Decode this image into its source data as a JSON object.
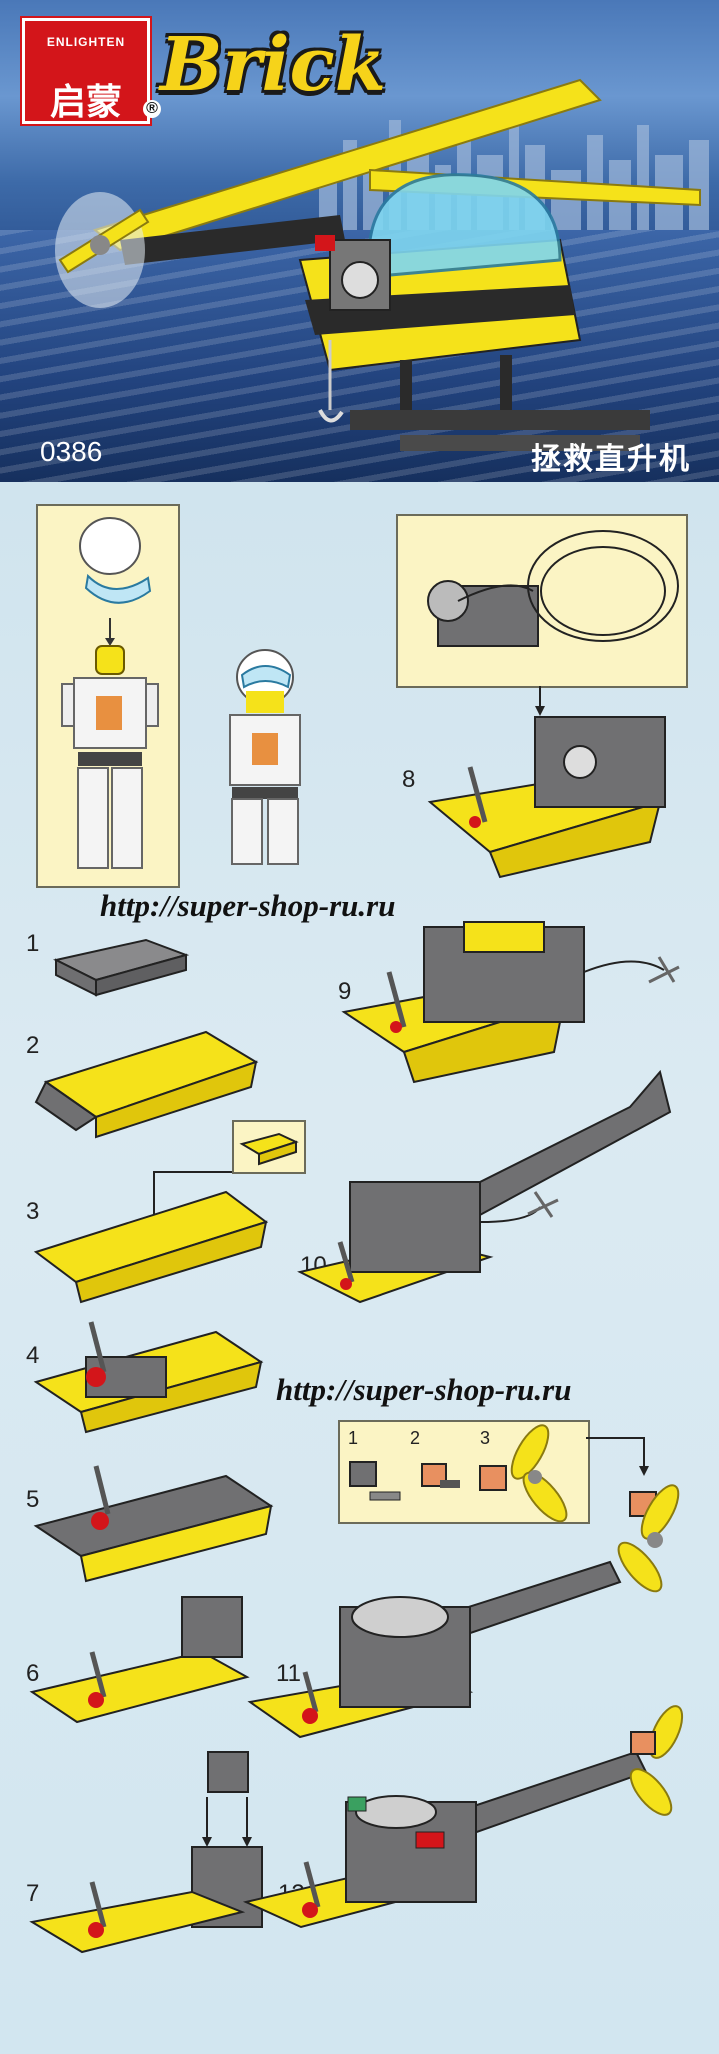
{
  "cover": {
    "logo_latin": "ENLIGHTEN",
    "logo_chinese": "启蒙",
    "brand": "Brick",
    "registered": "®",
    "model_number": "0386",
    "product_name": "拯救直升机"
  },
  "instructions": {
    "url_top": "http://super-shop-ru.ru",
    "url_mid": "http://super-shop-ru.ru",
    "steps": [
      "1",
      "2",
      "3",
      "4",
      "5",
      "6",
      "7",
      "8",
      "9",
      "10",
      "11",
      "12"
    ],
    "sub_steps": [
      "1",
      "2",
      "3"
    ]
  },
  "colors": {
    "brick_yellow": "#f5e21a",
    "brick_gray": "#6f7072",
    "brick_red": "#d3151a",
    "panel": "#fbf4c4",
    "background": "#d4e6f0"
  }
}
